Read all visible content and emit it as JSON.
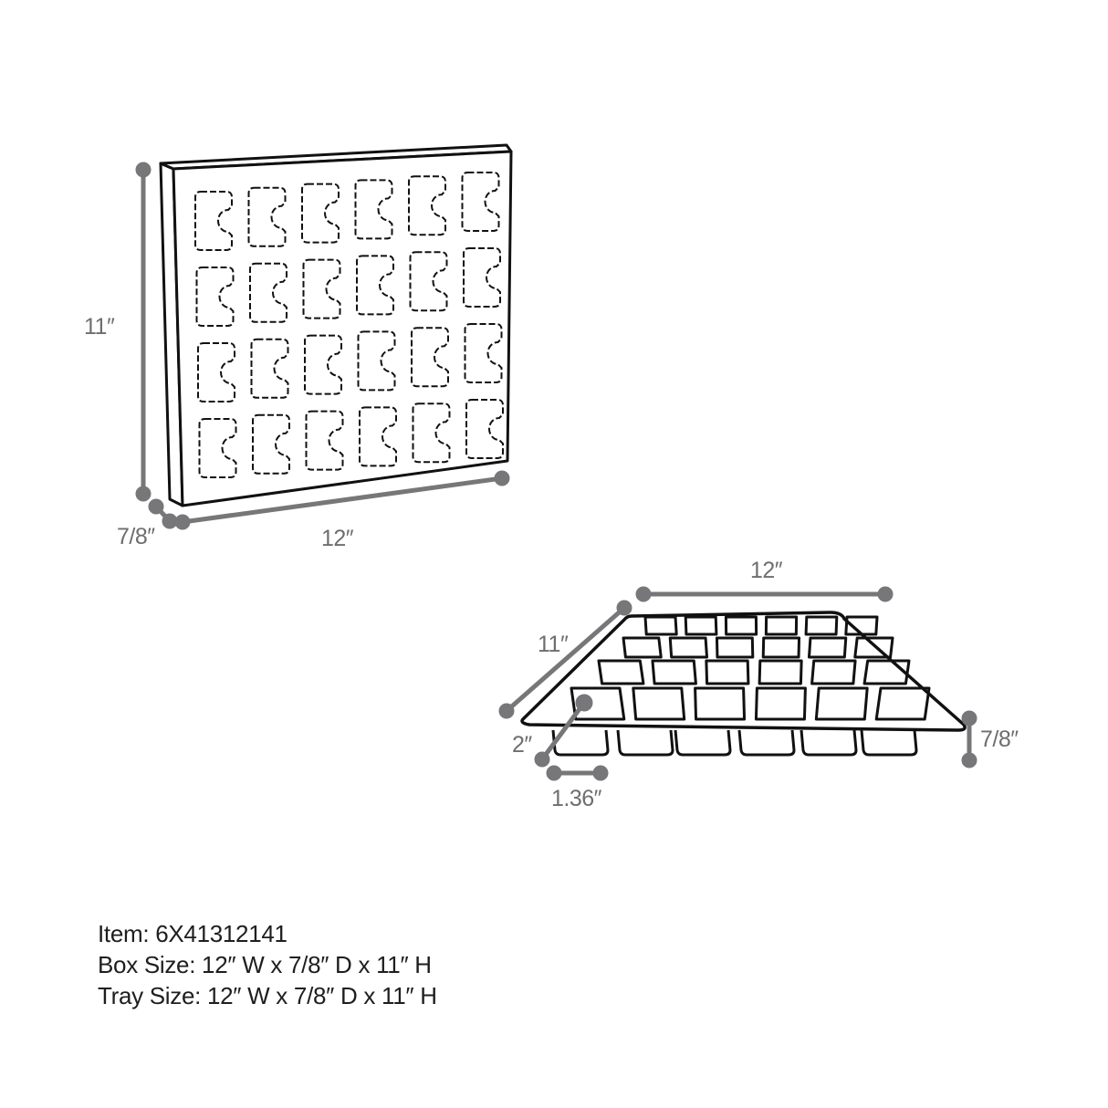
{
  "box_view": {
    "height_label": "11″",
    "depth_label": "7/8″",
    "width_label": "12″",
    "compartments": {
      "rows": 4,
      "cols": 6
    }
  },
  "tray_view": {
    "width_label": "12″",
    "depth_label": "11″",
    "slot_depth_label": "2″",
    "slot_width_label": "1.36″",
    "height_label": "7/8″",
    "compartments": {
      "rows": 4,
      "cols": 6
    }
  },
  "specs": {
    "item": "Item: 6X41312141",
    "box_size": "Box Size: 12″ W x  7/8″ D x 11″ H",
    "tray_size": "Tray Size: 12″ W x 7/8″ D x 11″ H"
  },
  "colors": {
    "dimension_line": "#77777a",
    "outline": "#111111",
    "text": "#1e1e1e"
  }
}
